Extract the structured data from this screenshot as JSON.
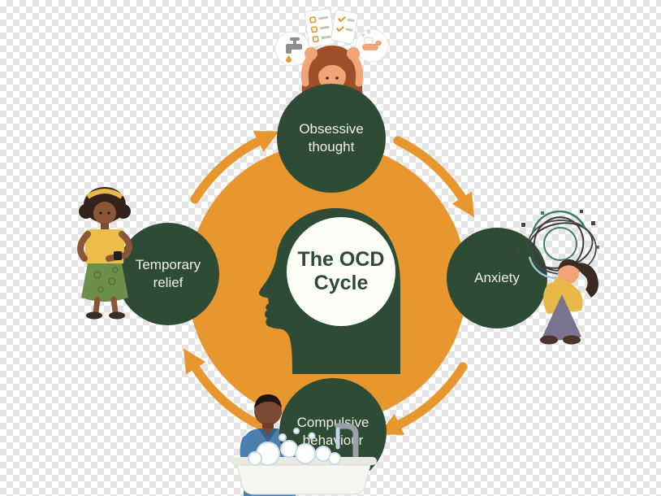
{
  "center": {
    "label": "The OCD Cycle",
    "line1": "The OCD",
    "line2": "Cycle"
  },
  "nodes": {
    "top": {
      "label": "Obsessive thought"
    },
    "right": {
      "label": "Anxiety"
    },
    "bottom": {
      "label": "Compulsive behaviour"
    },
    "left": {
      "label": "Temporary relief"
    }
  },
  "flow": {
    "direction": "clockwise",
    "sequence": [
      "Obsessive thought",
      "Anxiety",
      "Compulsive behaviour",
      "Temporary relief"
    ]
  },
  "colors": {
    "accent_orange": "#E8962E",
    "node_green": "#2E4B35",
    "label_cream": "#F2EFE2",
    "center_bg": "#FDFDF8",
    "checker_gray": "#E4E4E4"
  },
  "illustrations": {
    "top": {
      "name": "stressed-woman",
      "badges": [
        "checklist-icon",
        "faucet-icon",
        "soap-hand-icon"
      ]
    },
    "right": {
      "name": "anxious-person-with-scribble-cloud"
    },
    "bottom": {
      "name": "man-washing-hands-at-sink"
    },
    "left": {
      "name": "woman-checking-wristwatch"
    }
  }
}
